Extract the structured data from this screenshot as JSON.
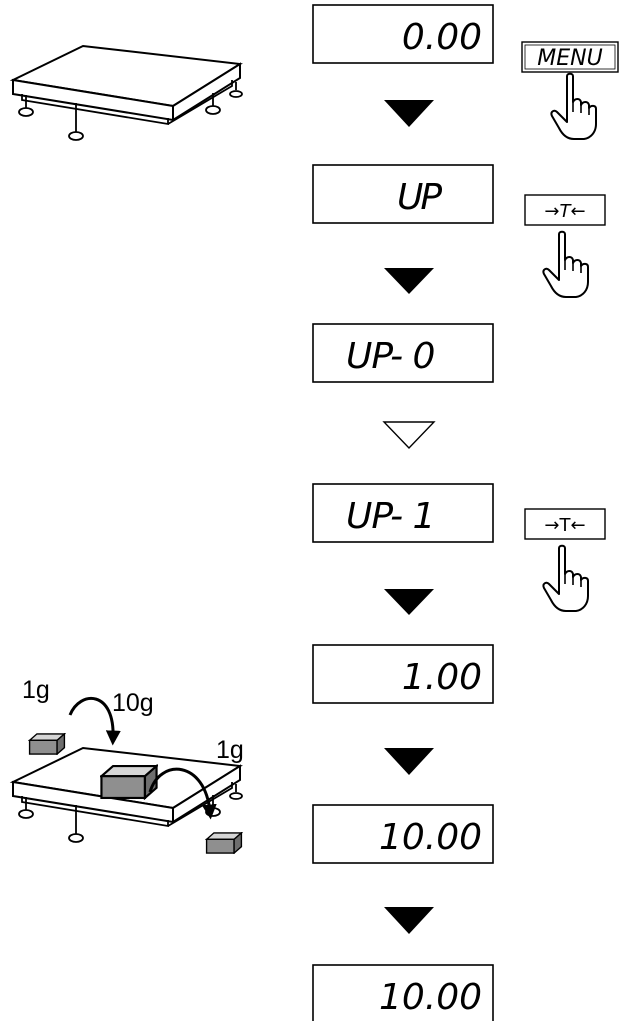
{
  "displays": [
    "0.00",
    "UP",
    "UP- 0",
    "UP- 1",
    "1.00",
    "10.00",
    "10.00"
  ],
  "keys": {
    "menu": "MENU",
    "tare_1": "→T←",
    "tare_2": "→T←"
  },
  "weights": {
    "left": "1g",
    "center": "10g",
    "right": "1g"
  },
  "arrows": [
    "solid",
    "solid",
    "outline",
    "solid",
    "solid",
    "solid"
  ],
  "icons": [
    "scale-platform-icon",
    "hand-pointer-icon",
    "weight-block-icon",
    "curved-arrow-icon"
  ]
}
